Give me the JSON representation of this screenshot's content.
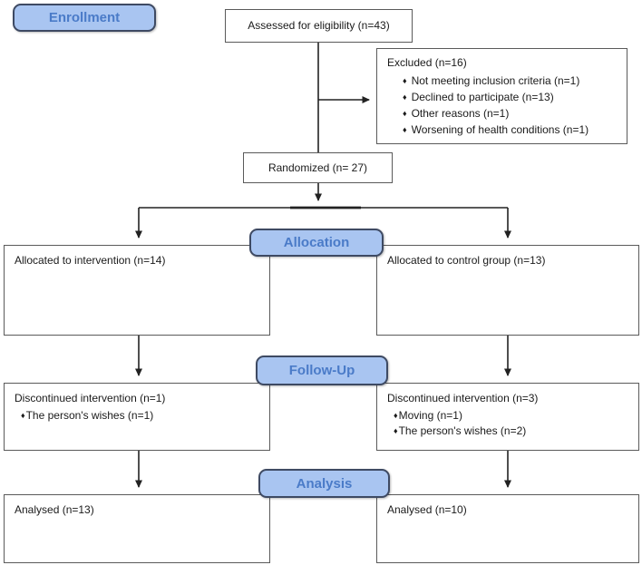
{
  "colors": {
    "badge_fill": "#a9c5f1",
    "badge_text": "#4a7bc8",
    "badge_border": "#3e4a63",
    "box_border": "#5a5a5a",
    "line": "#222222",
    "text": "#1a1a1a",
    "background": "#ffffff"
  },
  "bullet_glyph": "♦",
  "stages": {
    "enrollment": {
      "label": "Enrollment"
    },
    "allocation": {
      "label": "Allocation"
    },
    "followup": {
      "label": "Follow-Up"
    },
    "analysis": {
      "label": "Analysis"
    }
  },
  "boxes": {
    "assessed": {
      "text": "Assessed for eligibility (n=43)"
    },
    "excluded": {
      "title": "Excluded (n=16)",
      "bullets": [
        "Not meeting inclusion criteria (n=1)",
        "Declined to participate (n=13)",
        "Other reasons (n=1)",
        "Worsening of health conditions (n=1)"
      ]
    },
    "randomized": {
      "text": "Randomized (n= 27)"
    },
    "allocated_intervention": {
      "text": "Allocated to intervention (n=14)"
    },
    "allocated_control": {
      "text": "Allocated to control group (n=13)"
    },
    "discontinued_intervention": {
      "title": "Discontinued intervention (n=1)",
      "bullets": [
        "The person's wishes (n=1)"
      ]
    },
    "discontinued_control": {
      "title": "Discontinued intervention (n=3)",
      "bullets": [
        "Moving (n=1)",
        "The person's wishes (n=2)"
      ]
    },
    "analysed_intervention": {
      "text": "Analysed (n=13)"
    },
    "analysed_control": {
      "text": "Analysed (n=10)"
    }
  }
}
